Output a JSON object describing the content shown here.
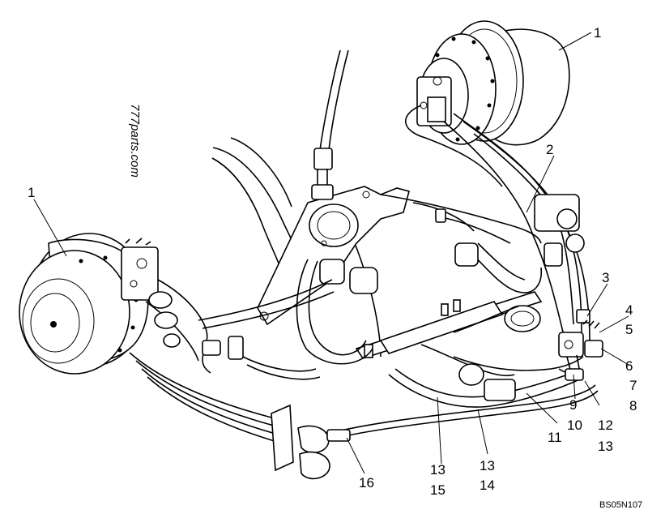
{
  "watermark": "777parts.com",
  "reference_code": "BS05N107",
  "callouts": [
    {
      "id": "c1a",
      "text": "1"
    },
    {
      "id": "c1b",
      "text": "1"
    },
    {
      "id": "c2",
      "text": "2"
    },
    {
      "id": "c3",
      "text": "3"
    },
    {
      "id": "c4",
      "text": "4"
    },
    {
      "id": "c5",
      "text": "5"
    },
    {
      "id": "c6",
      "text": "6"
    },
    {
      "id": "c7",
      "text": "7"
    },
    {
      "id": "c8",
      "text": "8"
    },
    {
      "id": "c9",
      "text": "9"
    },
    {
      "id": "c10",
      "text": "10"
    },
    {
      "id": "c11",
      "text": "11"
    },
    {
      "id": "c12",
      "text": "12"
    },
    {
      "id": "c13a",
      "text": "13"
    },
    {
      "id": "c13b",
      "text": "13"
    },
    {
      "id": "c13c",
      "text": "13"
    },
    {
      "id": "c14",
      "text": "14"
    },
    {
      "id": "c15",
      "text": "15"
    },
    {
      "id": "c16",
      "text": "16"
    }
  ]
}
